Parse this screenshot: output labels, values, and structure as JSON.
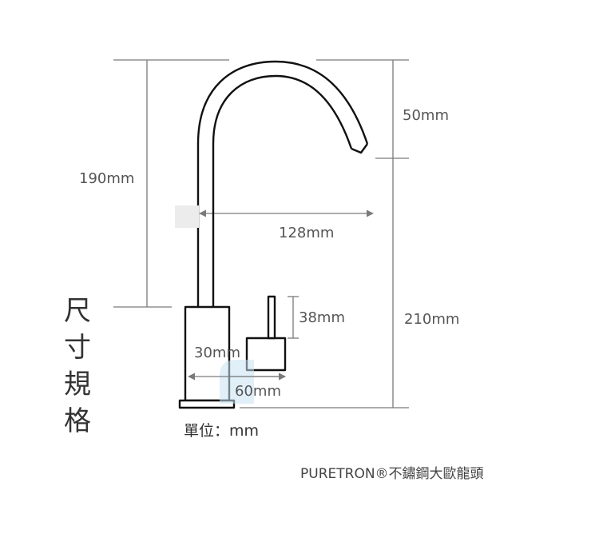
{
  "title_chars": [
    "尺",
    "寸",
    "規",
    "格"
  ],
  "dimensions": {
    "total_height": "190mm",
    "spout_drop": "50mm",
    "spout_reach": "128mm",
    "lever_height": "38mm",
    "body_width": "30mm",
    "base_width": "60mm",
    "spout_clearance": "210mm"
  },
  "unit_label": "單位：mm",
  "product_name": "PURETRON®不鏽鋼大歐龍頭",
  "colors": {
    "outline": "#111111",
    "dimension_line": "#7a7a7a",
    "text": "#555555"
  }
}
